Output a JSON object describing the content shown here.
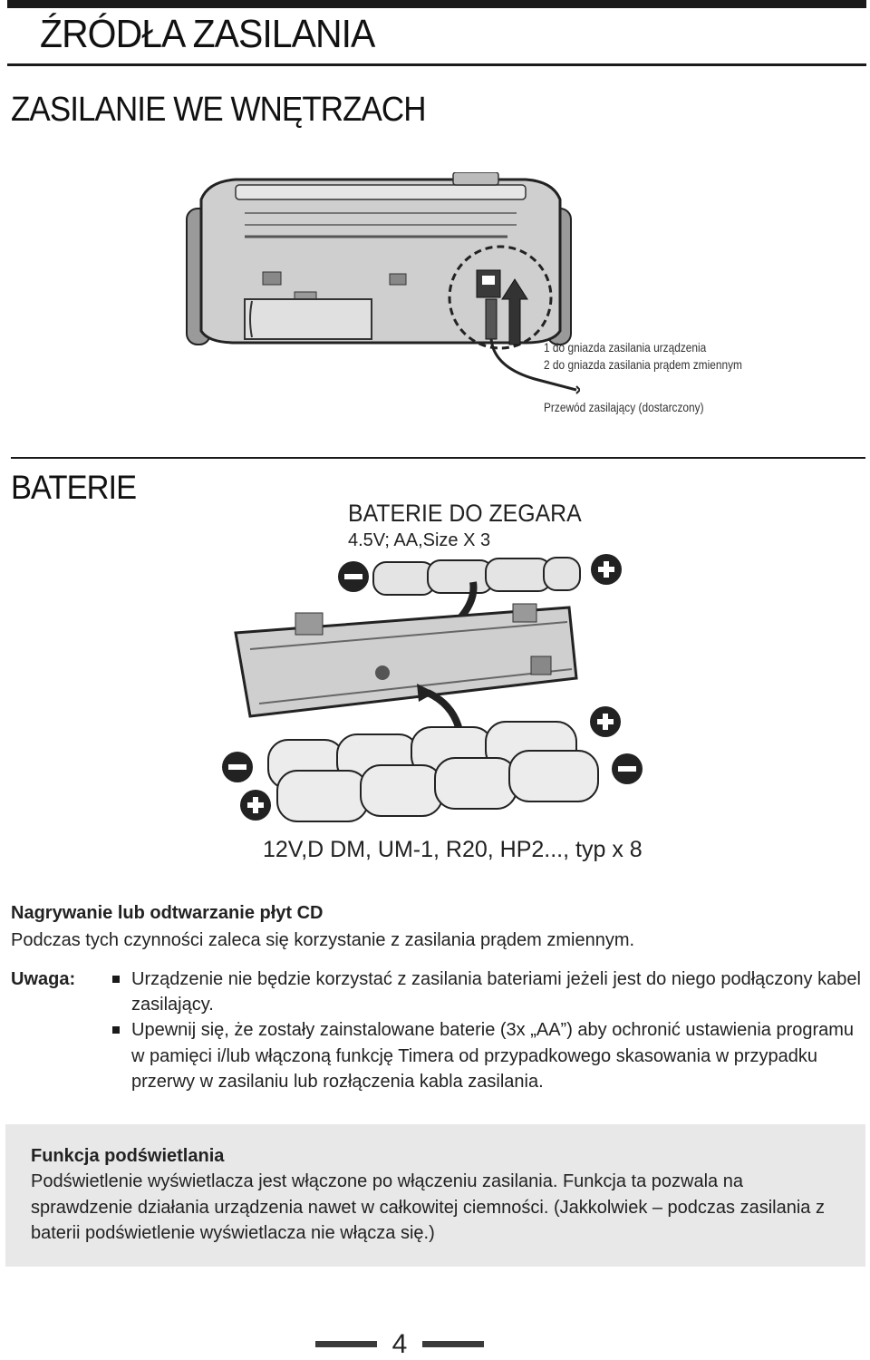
{
  "header": {
    "title": "ŹRÓDŁA ZASILANIA"
  },
  "indoor": {
    "heading": "ZASILANIE WE WNĘTRZACH",
    "labels": [
      "1 do gniazda zasilania urządzenia",
      "2 do gniazda zasilania prądem zmiennym"
    ],
    "cable_label": "Przewód zasilający (dostarczony)"
  },
  "batteries": {
    "heading": "BATERIE",
    "clock_title": "BATERIE DO ZEGARA",
    "clock_spec": "4.5V; AA,Size X 3",
    "main_spec": "12V,D DM, UM-1, R20, HP2..., typ x 8"
  },
  "cd_section": {
    "heading": "Nagrywanie lub odtwarzanie płyt CD",
    "text": "Podczas tych czynności zaleca się korzystanie z zasilania prądem zmiennym."
  },
  "note": {
    "label": "Uwaga:",
    "items": [
      "Urządzenie nie będzie korzystać z zasilania bateriami jeżeli jest do niego podłączony kabel zasilający.",
      "Upewnij się, że zostały zainstalowane baterie (3x „AA”) aby ochronić ustawienia programu w pamięci i/lub włączoną funkcję Timera od przypadkowego skasowania w przypadku przerwy w zasilaniu lub rozłączenia kabla zasilania."
    ]
  },
  "backlight": {
    "heading": "Funkcja podświetlania",
    "text": "Podświetlenie wyświetlacza jest włączone po włączeniu zasilania. Funkcja ta pozwala na sprawdzenie działania urządzenia nawet w całkowitej ciemności. (Jakkolwiek – podczas zasilania z baterii podświetlenie wyświetlacza nie włącza się.)"
  },
  "footer": {
    "page_number": "4"
  }
}
